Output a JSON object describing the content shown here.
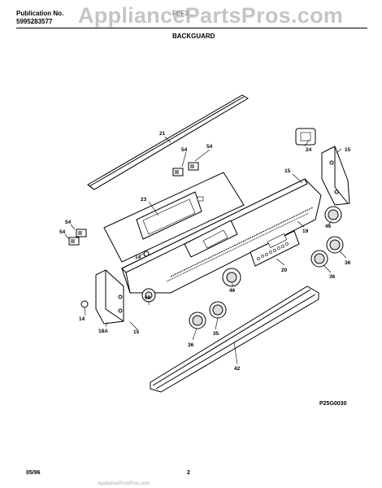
{
  "header": {
    "publication_label": "Publication No.",
    "publication_number": "5995283577",
    "model_ghost": "FEF3...",
    "section_title": "BACKGUARD",
    "watermark": "AppliancePartsPros.com"
  },
  "diagram": {
    "code": "P25G0030",
    "callouts": [
      "21",
      "54",
      "54",
      "24",
      "15",
      "15",
      "23",
      "54",
      "54",
      "19",
      "46",
      "20",
      "36",
      "36",
      "14",
      "46",
      "14",
      "18A",
      "15",
      "69",
      "35",
      "36",
      "42"
    ]
  },
  "footer": {
    "date": "05/96",
    "page": "2",
    "ghost": "ApplianceProsPros.com"
  }
}
